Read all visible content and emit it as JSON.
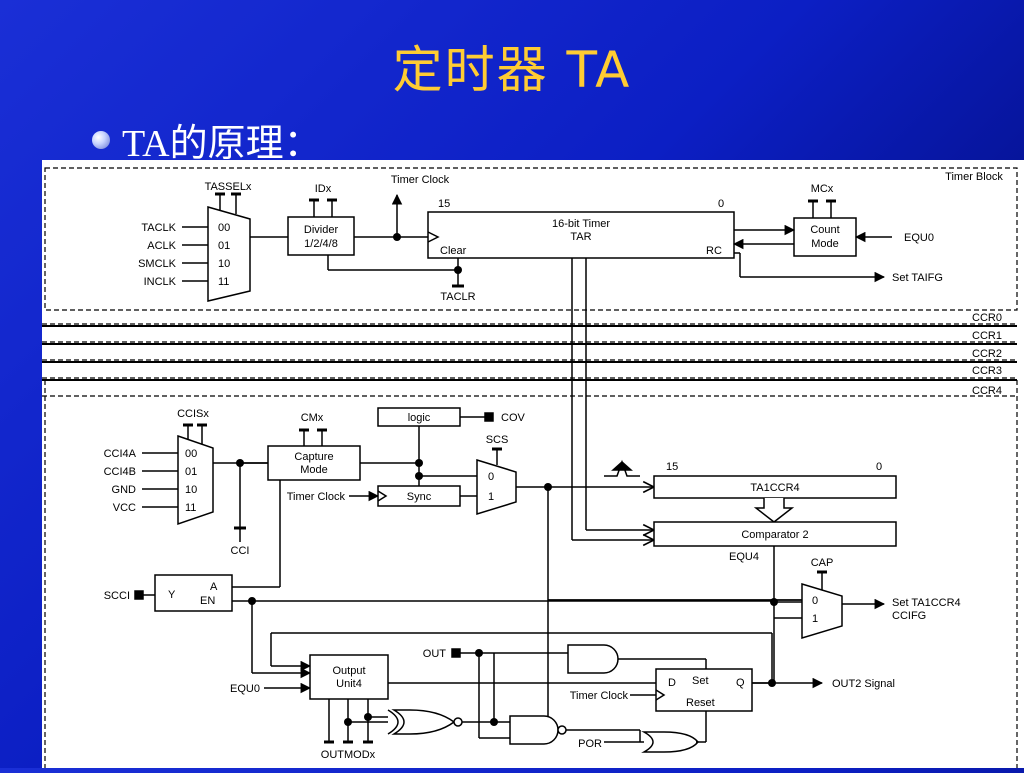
{
  "slide": {
    "title": "定时器 TA",
    "bullet": "TA的原理："
  },
  "diagram": {
    "timer_block": "Timer Block",
    "tasselx": "TASSELx",
    "idx": "IDx",
    "timer_clock_top": "Timer Clock",
    "mux_in": [
      "TACLK",
      "ACLK",
      "SMCLK",
      "INCLK"
    ],
    "mux_codes": [
      "00",
      "01",
      "10",
      "11"
    ],
    "divider": [
      "Divider",
      "1/2/4/8"
    ],
    "tar_hi": "15",
    "tar_lo": "0",
    "tar_title": [
      "16-bit Timer",
      "TAR"
    ],
    "tar_clear": "Clear",
    "tar_rc": "RC",
    "taclr": "TACLR",
    "mcx": "MCx",
    "count_mode": [
      "Count",
      "Mode"
    ],
    "equ0_top": "EQU0",
    "set_taifg": "Set TAIFG",
    "ccr": [
      "CCR0",
      "CCR1",
      "CCR2",
      "CCR3",
      "CCR4"
    ],
    "ccisx": "CCISx",
    "cmx": "CMx",
    "logic": "logic",
    "cov": "COV",
    "cci_in": [
      "CCI4A",
      "CCI4B",
      "GND",
      "VCC"
    ],
    "cci_codes": [
      "00",
      "01",
      "10",
      "11"
    ],
    "capture_mode": [
      "Capture",
      "Mode"
    ],
    "scs": "SCS",
    "timer_clock_sync": "Timer Clock",
    "sync": "Sync",
    "scs_codes": [
      "0",
      "1"
    ],
    "cci": "CCI",
    "ccr4_hi": "15",
    "ccr4_lo": "0",
    "ta1ccr4": "TA1CCR4",
    "comparator": "Comparator 2",
    "equ4": "EQU4",
    "cap": "CAP",
    "cap_codes": [
      "0",
      "1"
    ],
    "set_flag": [
      "Set TA1CCR4",
      "CCIFG"
    ],
    "scci": "SCCI",
    "latch": [
      "Y",
      "A",
      "EN"
    ],
    "out_label": "OUT",
    "output_unit": [
      "Output",
      "Unit4"
    ],
    "equ0_bottom": "EQU0",
    "timer_clock_ff": "Timer Clock",
    "ff": [
      "D",
      "Set",
      "Q",
      "Reset"
    ],
    "out_signal": "OUT2 Signal",
    "por": "POR",
    "outmod": "OUTMODx"
  }
}
